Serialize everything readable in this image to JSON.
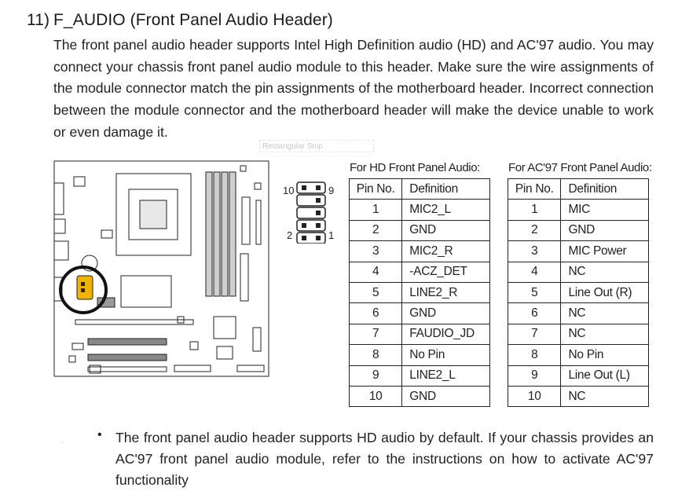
{
  "heading": {
    "number": "11)",
    "title": "F_AUDIO  (Front Panel Audio Header)"
  },
  "paragraph": "The front panel audio header supports Intel High Definition audio (HD) and AC'97 audio. You may connect your chassis front panel audio module to this header. Make sure the wire assignments of the module connector match the pin assignments of the motherboard header. Incorrect connection between the module connector and the motherboard header will make the device unable to work or even damage it.",
  "snip_label": "Rectangular Snip",
  "pin_header": {
    "top_left": "10",
    "top_right": "9",
    "bottom_left": "2",
    "bottom_right": "1"
  },
  "hd_table": {
    "caption": "For HD  Front Panel Audio:",
    "headers": [
      "Pin No.",
      "Definition"
    ],
    "rows": [
      [
        "1",
        "MIC2_L"
      ],
      [
        "2",
        "GND"
      ],
      [
        "3",
        "MIC2_R"
      ],
      [
        "4",
        "-ACZ_DET"
      ],
      [
        "5",
        "LINE2_R"
      ],
      [
        "6",
        "GND"
      ],
      [
        "7",
        "FAUDIO_JD"
      ],
      [
        "8",
        "No Pin"
      ],
      [
        "9",
        "LINE2_L"
      ],
      [
        "10",
        "GND"
      ]
    ]
  },
  "ac97_table": {
    "caption": "For  AC'97 Front Panel Audio:",
    "headers": [
      "Pin No.",
      "Definition"
    ],
    "rows": [
      [
        "1",
        "MIC"
      ],
      [
        "2",
        "GND"
      ],
      [
        "3",
        "MIC Power"
      ],
      [
        "4",
        "NC"
      ],
      [
        "5",
        "Line Out (R)"
      ],
      [
        "6",
        "NC"
      ],
      [
        "7",
        "NC"
      ],
      [
        "8",
        "No Pin"
      ],
      [
        "9",
        "Line Out (L)"
      ],
      [
        "10",
        "NC"
      ]
    ]
  },
  "note": {
    "bullet": "•",
    "text": "The front panel audio header supports HD audio by default. If your chassis provides an AC'97 front panel audio module, refer to the instructions on how to activate AC'97 functionality"
  },
  "colors": {
    "highlight": "#f0b400",
    "text": "#222222",
    "lines": "#222222"
  }
}
